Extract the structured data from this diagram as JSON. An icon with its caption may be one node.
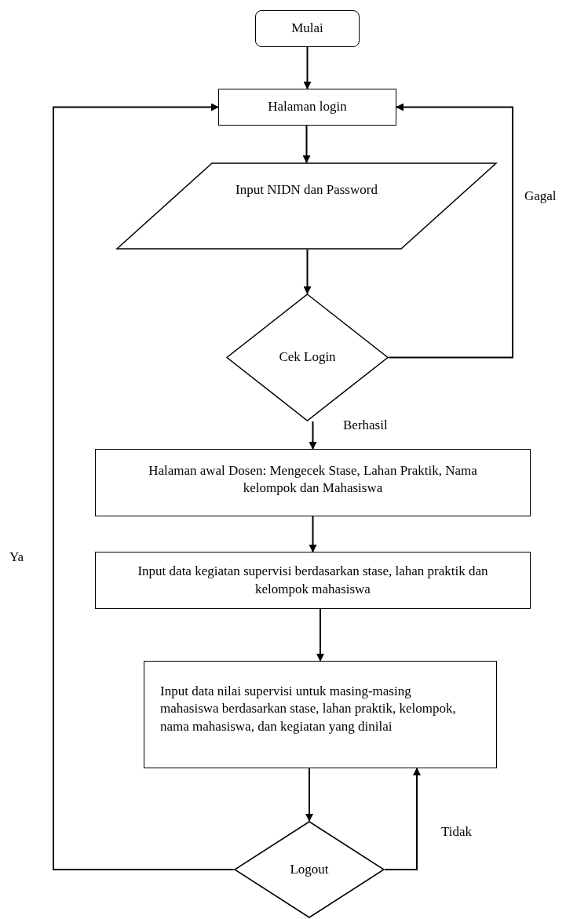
{
  "diagram": {
    "nodes": [
      {
        "text": [
          "Mulai"
        ]
      },
      {
        "text": [
          "Halaman login"
        ]
      },
      {
        "text": [
          "Input NIDN dan Password"
        ]
      },
      {
        "text": [
          "Cek Login"
        ]
      },
      {
        "text": [
          "Halaman awal Dosen: Mengecek Stase, Lahan Praktik, Nama kelompok dan Mahasiswa"
        ]
      },
      {
        "text": [
          "Input data kegiatan supervisi berdasarkan stase, lahan praktik dan kelompok mahasiswa"
        ]
      },
      {
        "text": [
          "Input data nilai supervisi untuk masing-masing mahasiswa berdasarkan stase, lahan praktik, kelompok, nama mahasiswa, dan kegiatan yang dinilai"
        ]
      },
      {
        "text": [
          "Logout"
        ]
      }
    ],
    "edges": [
      {
        "from": 0,
        "to": 1,
        "arrow": "to"
      },
      {
        "from": 1,
        "to": 2,
        "arrow": "to"
      },
      {
        "from": 2,
        "to": 3,
        "arrow": "to"
      },
      {
        "from": 3,
        "to": 1,
        "arrow": "to",
        "label": "Gagal"
      },
      {
        "from": 3,
        "to": 4,
        "arrow": "to",
        "label": "Berhasil"
      },
      {
        "from": 4,
        "to": 5,
        "arrow": "to"
      },
      {
        "from": 5,
        "to": 6,
        "arrow": "to"
      },
      {
        "from": 6,
        "to": 7,
        "arrow": "to"
      },
      {
        "from": 7,
        "to": 6,
        "arrow": "to",
        "label": "Tidak"
      },
      {
        "from": 7,
        "to": 1,
        "arrow": "to",
        "label": "Ya"
      }
    ]
  }
}
